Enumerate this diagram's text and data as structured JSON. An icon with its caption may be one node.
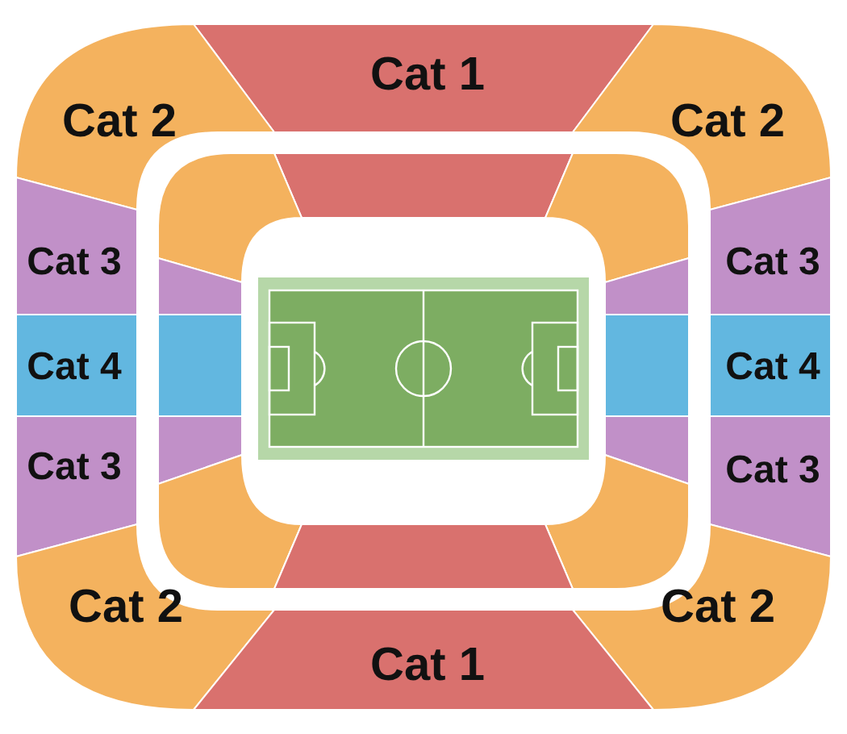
{
  "diagram": {
    "nodes": [
      {
        "text": [
          "Cat 1"
        ]
      },
      {
        "text": [
          "Cat 2"
        ]
      },
      {
        "text": [
          "Cat 2"
        ]
      },
      {
        "text": [
          "Cat 3"
        ]
      },
      {
        "text": [
          "Cat 3"
        ]
      },
      {
        "text": [
          "Cat 4"
        ]
      },
      {
        "text": [
          "Cat 4"
        ]
      },
      {
        "text": [
          "Cat 3"
        ]
      },
      {
        "text": [
          "Cat 3"
        ]
      },
      {
        "text": [
          "Cat 2"
        ]
      },
      {
        "text": [
          "Cat 2"
        ]
      },
      {
        "text": [
          "Cat 1"
        ]
      },
      {
        "text": [],
        "shape": "box"
      },
      {
        "text": [],
        "shape": "box"
      },
      {
        "text": [],
        "shape": "box"
      },
      {
        "text": [],
        "shape": "box"
      },
      {
        "text": [],
        "shape": "box"
      },
      {
        "text": [],
        "shape": "box"
      },
      {
        "text": [],
        "shape": "box"
      },
      {
        "text": [],
        "shape": "box"
      },
      {
        "text": [],
        "shape": "box"
      },
      {
        "text": [],
        "shape": "box"
      },
      {
        "text": [],
        "shape": "box"
      },
      {
        "text": [],
        "shape": "box"
      }
    ]
  }
}
